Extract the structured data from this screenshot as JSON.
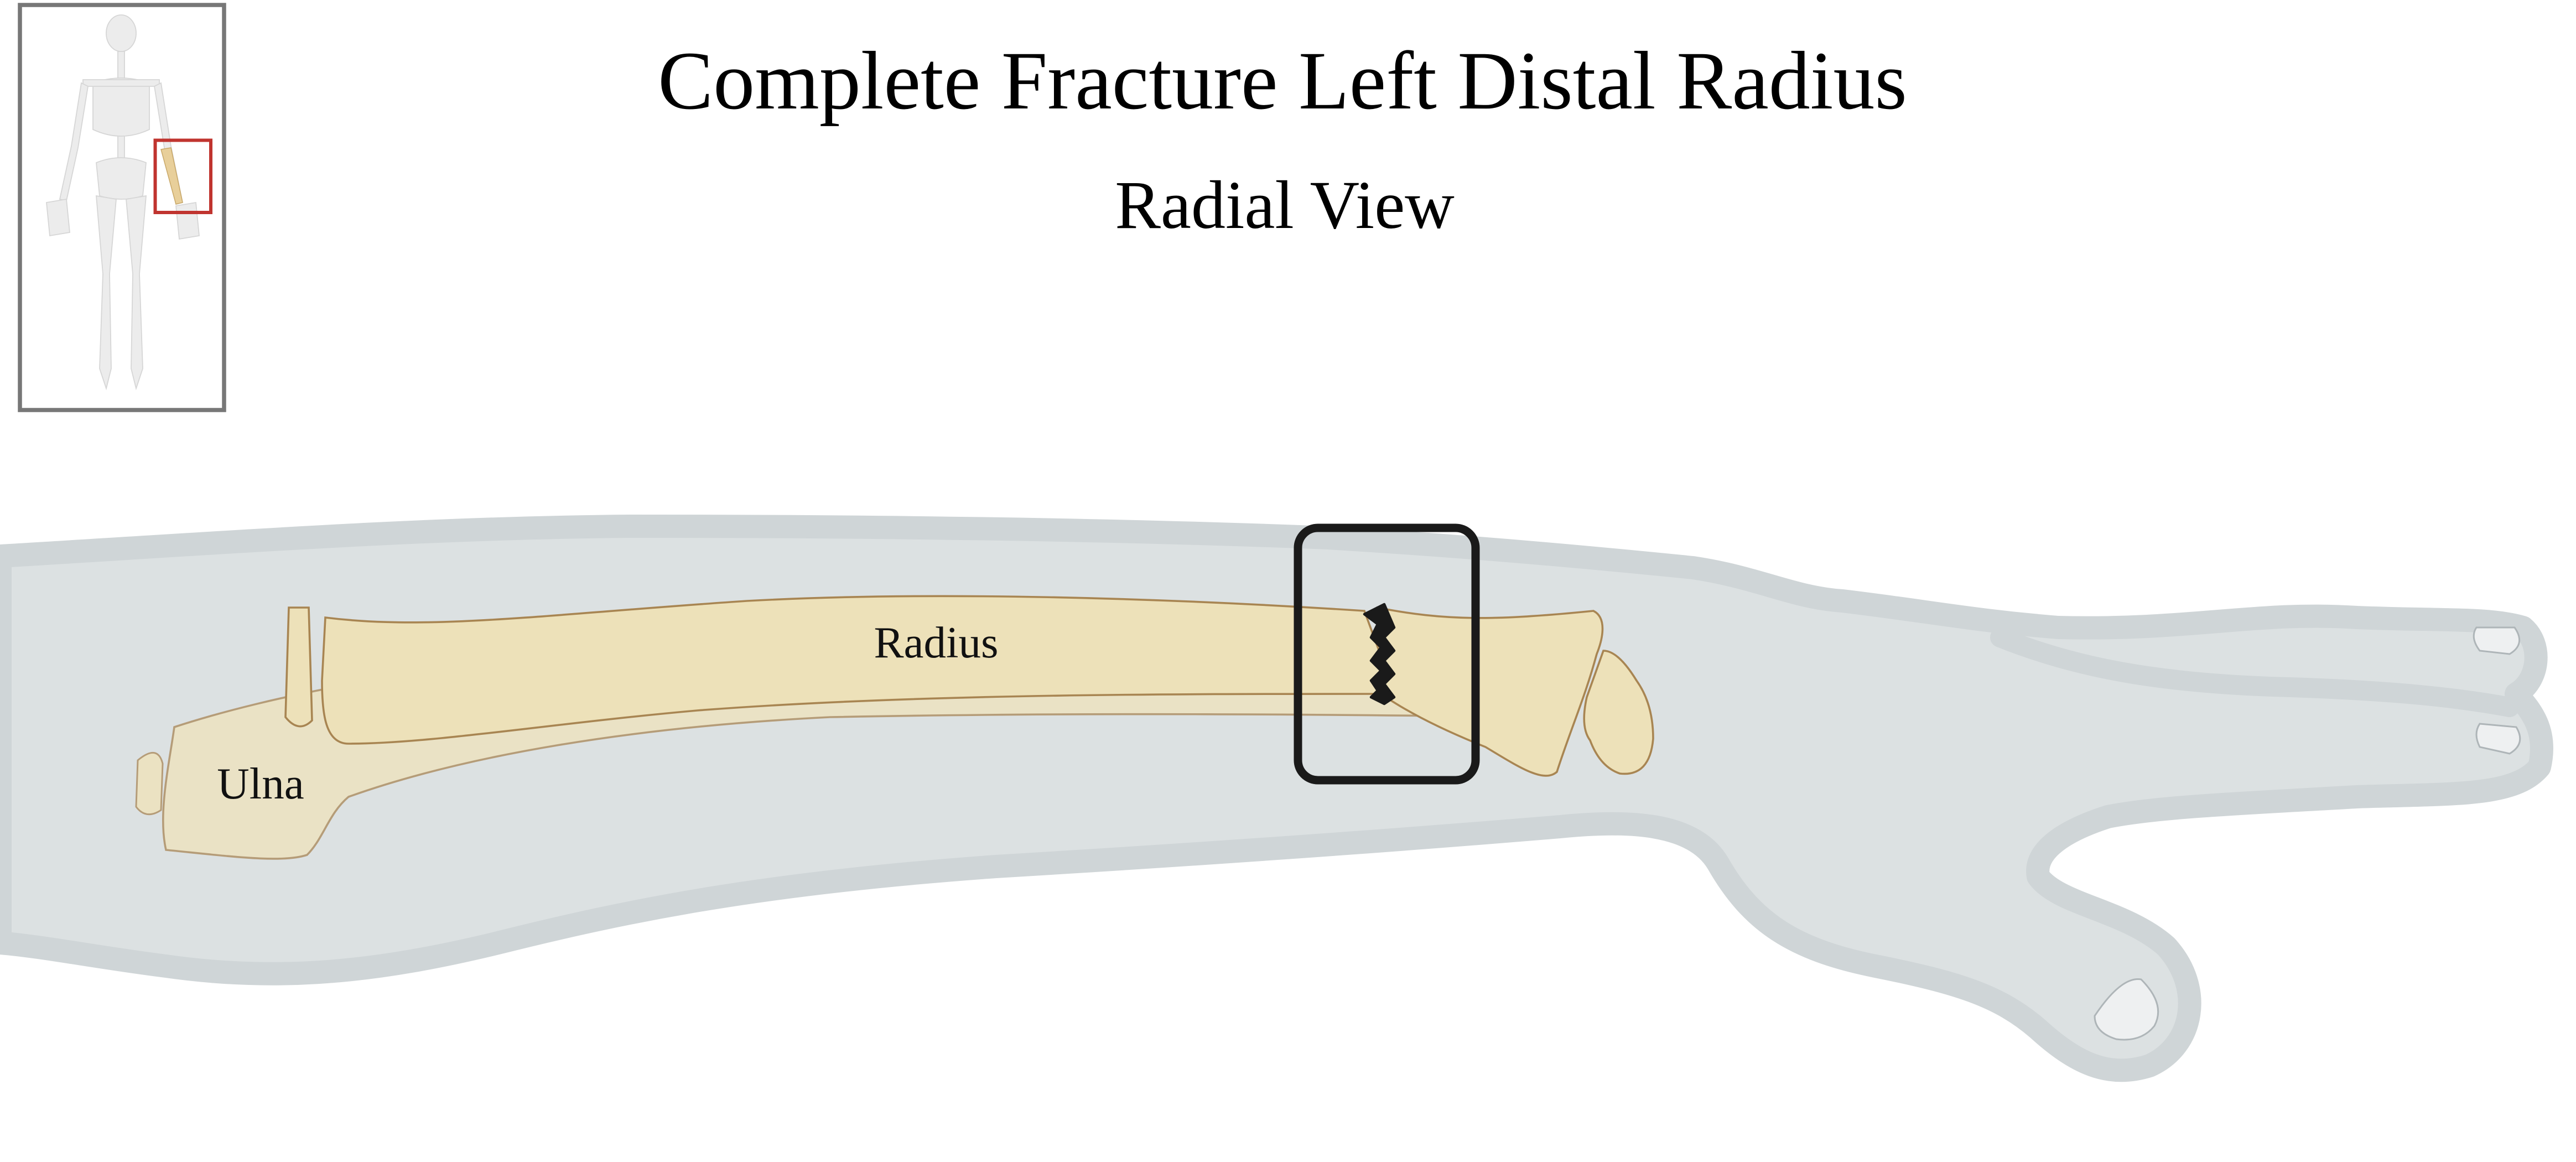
{
  "header": {
    "title": "Complete Fracture Left Distal Radius",
    "subtitle": "Radial View"
  },
  "labels": {
    "radius": "Radius",
    "ulna": "Ulna"
  },
  "colors": {
    "skin_fill": "#dce1e2",
    "skin_edge": "#cfd5d7",
    "bone_fill": "#ede1b9",
    "bone_edge": "#a88552",
    "fracture": "#1a1a1a",
    "highlight_box": "#1a1a1a",
    "locator_box": "#c0342f",
    "thumb_frame": "#777777"
  }
}
